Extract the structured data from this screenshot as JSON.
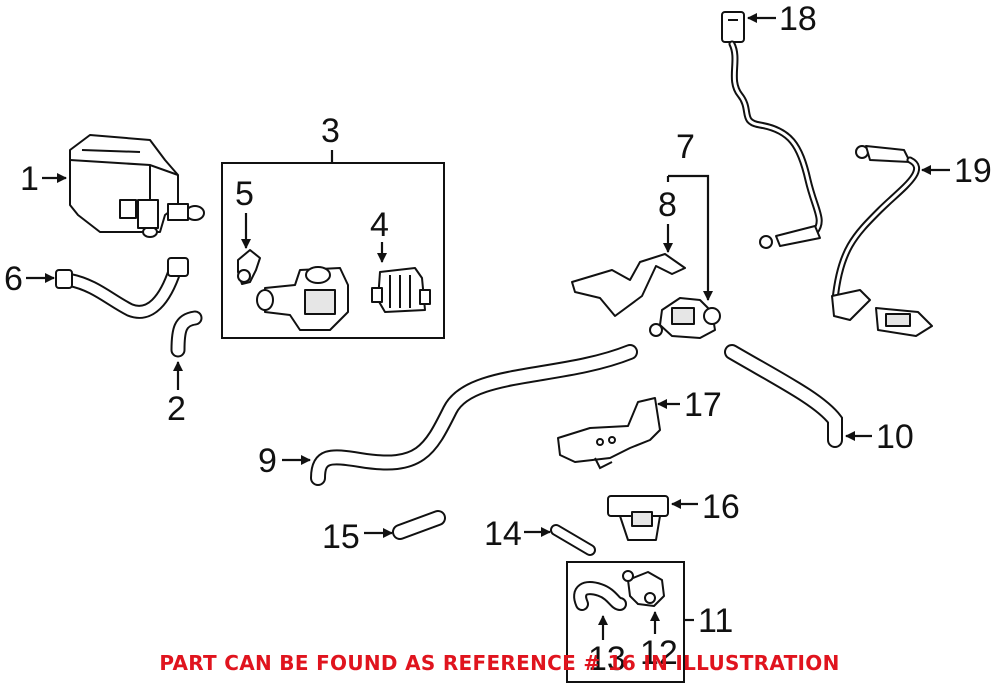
{
  "diagram": {
    "callouts": {
      "c1": "1",
      "c2": "2",
      "c3": "3",
      "c4": "4",
      "c5": "5",
      "c6": "6",
      "c7": "7",
      "c8": "8",
      "c9": "9",
      "c10": "10",
      "c11": "11",
      "c12": "12",
      "c13": "13",
      "c14": "14",
      "c15": "15",
      "c16": "16",
      "c17": "17",
      "c18": "18",
      "c19": "19"
    },
    "caption": "PART CAN BE FOUND AS REFERENCE # 16 IN ILLUSTRATION",
    "colors": {
      "line": "#111111",
      "caption": "#e0141e",
      "background": "#ffffff"
    }
  }
}
